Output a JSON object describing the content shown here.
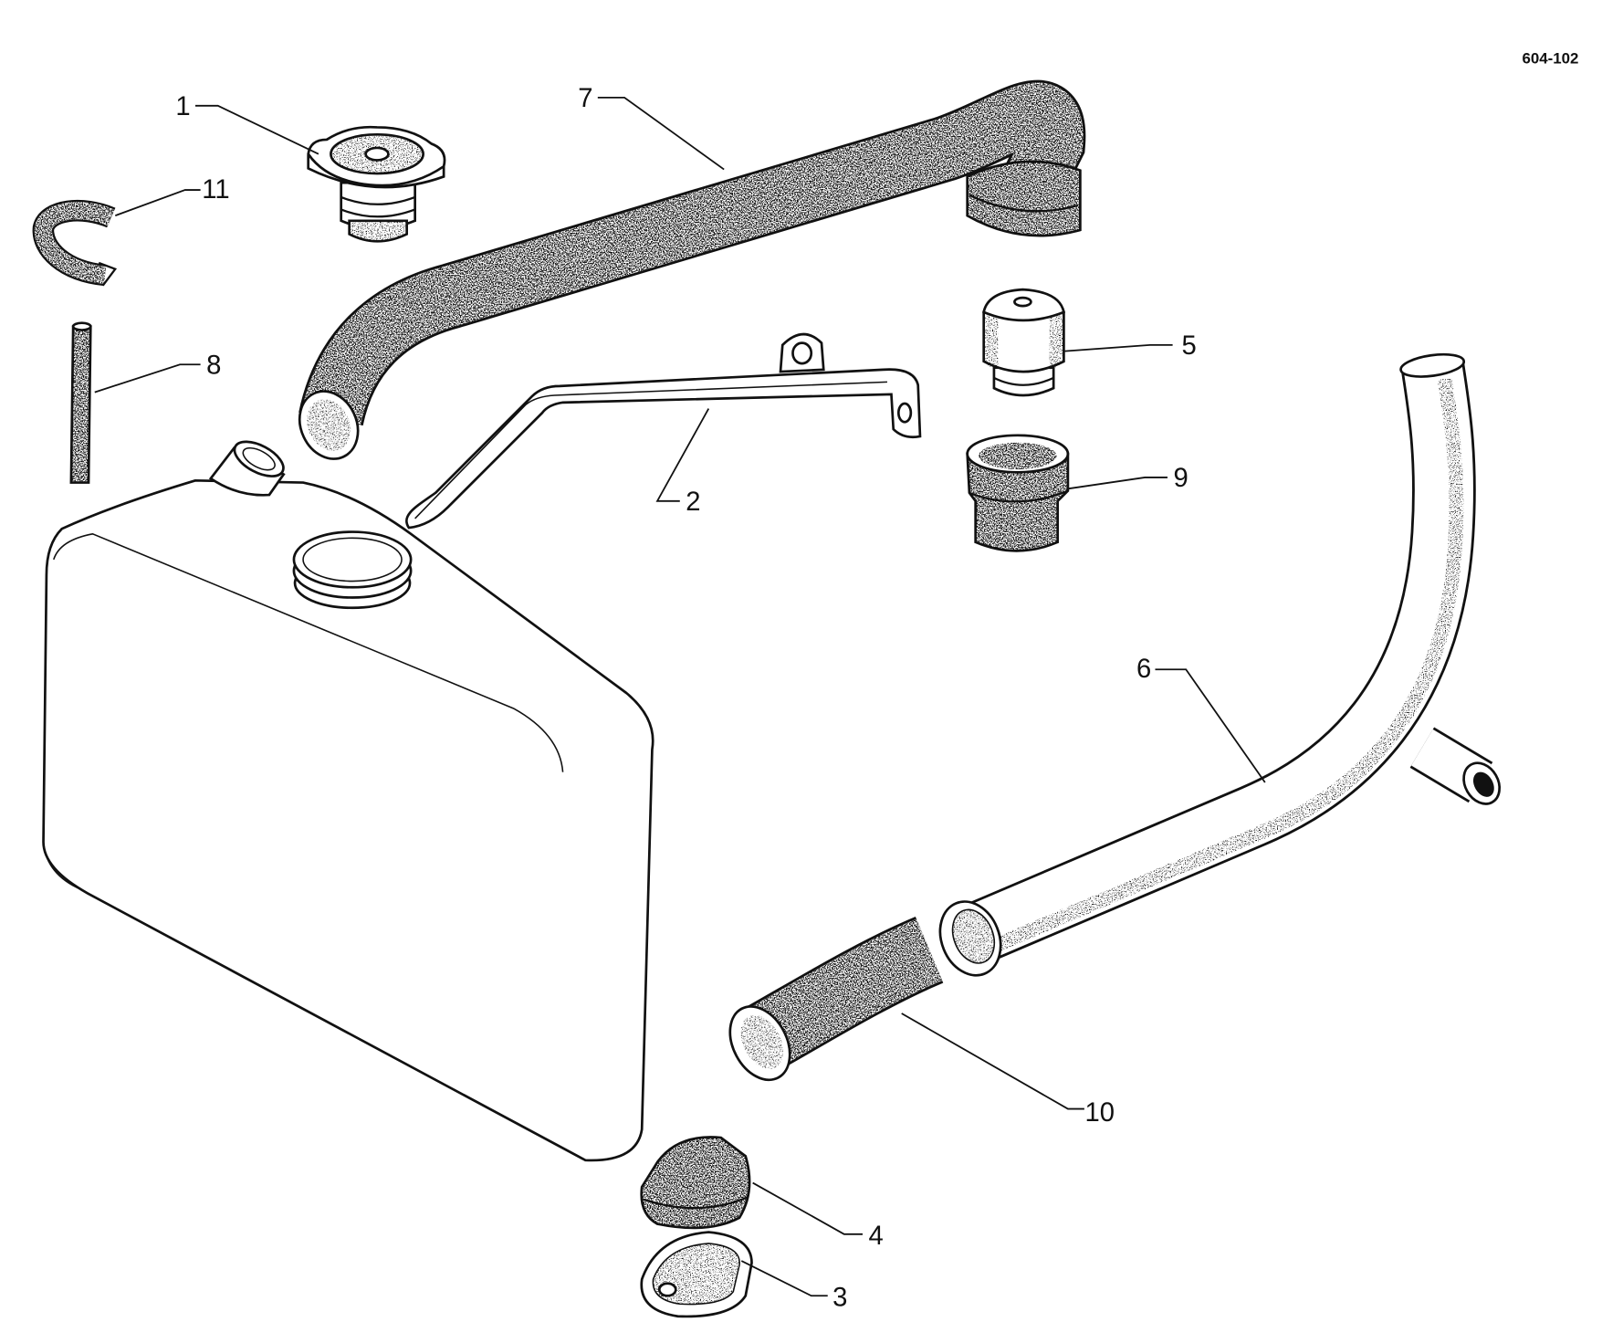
{
  "reference_code": "604-102",
  "part_labels": [
    "1",
    "2",
    "3",
    "4",
    "5",
    "6",
    "7",
    "8",
    "9",
    "10",
    "11"
  ]
}
